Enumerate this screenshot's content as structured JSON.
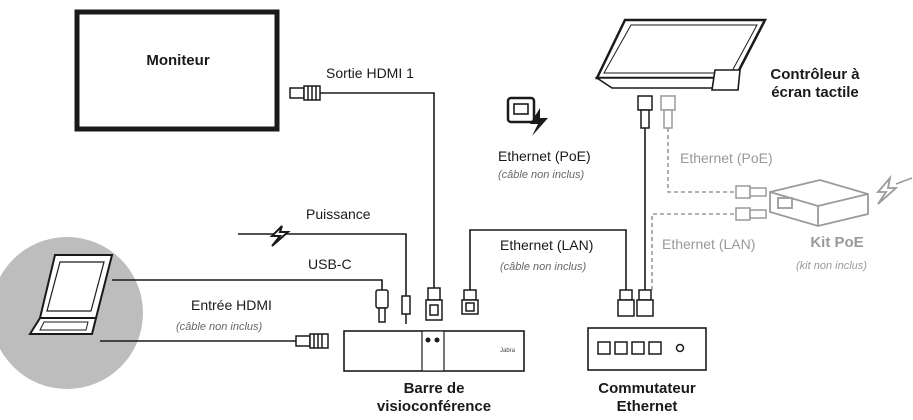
{
  "devices": {
    "monitor": "Moniteur",
    "controller": "Contrôleur à\nécran tactile",
    "videobar": "Barre de\nvisioconférence",
    "switch": "Commutateur\nEthernet",
    "poe_kit": "Kit PoE",
    "poe_kit_note": "(kit non inclus)",
    "videobar_brand": "Jabra"
  },
  "cables": {
    "hdmi_out": "Sortie HDMI 1",
    "ethernet_poe": "Ethernet (PoE)",
    "ethernet_poe_note": "(câble non inclus)",
    "ethernet_poe_kit": "Ethernet (PoE)",
    "power": "Puissance",
    "usb_c": "USB-C",
    "ethernet_lan": "Ethernet (LAN)",
    "ethernet_lan_note": "(câble non inclus)",
    "ethernet_lan_kit": "Ethernet (LAN)",
    "hdmi_in": "Entrée HDMI",
    "hdmi_in_note": "(câble non inclus)"
  },
  "colors": {
    "line": "#1a1a1a",
    "dashed": "#9a9a9a",
    "laptop_bg": "#bdbdbd"
  },
  "icons": [
    "ethernet-poe-icon",
    "lightning-icon",
    "hdmi-connector-icon",
    "rj45-connector-icon",
    "usb-c-connector-icon",
    "power-plug-icon"
  ]
}
